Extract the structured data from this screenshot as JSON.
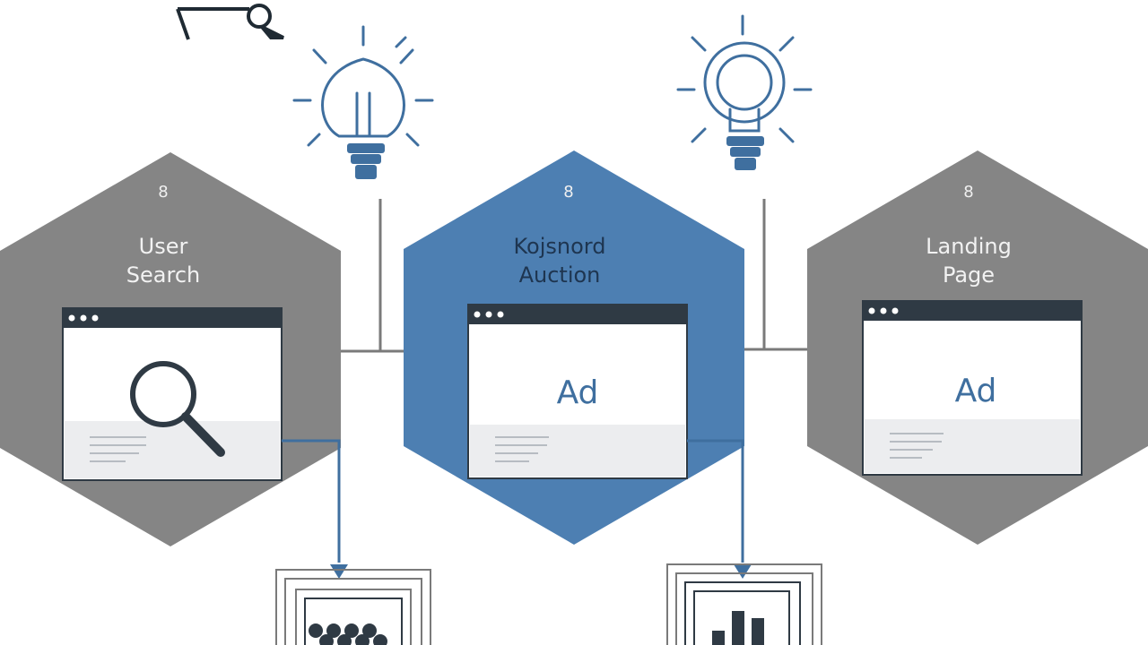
{
  "stages": [
    {
      "id": "user-search",
      "line1": "User",
      "line2": "Search",
      "glyph": "8",
      "content": "search",
      "fill": "#858585"
    },
    {
      "id": "keyword-auction",
      "line1": "Kojsnord",
      "line2": "Auction",
      "glyph": "8",
      "content": "Ad",
      "fill": "#4d7fb2"
    },
    {
      "id": "landing-page",
      "line1": "Landing",
      "line2": "Page",
      "glyph": "8",
      "content": "Ad",
      "fill": "#858585"
    }
  ],
  "icons": {
    "lightbulb": "lightbulb-icon",
    "search": "magnifier-icon",
    "key": "key-icon",
    "document": "document-stack-icon",
    "bar_chart": "bar-chart-icon"
  },
  "colors": {
    "gray_hex": "#858585",
    "blue_hex": "#4d7fb2",
    "window_bar": "#2f3a44",
    "accent_blue": "#3f6f9f",
    "line": "#7a7a7a"
  }
}
